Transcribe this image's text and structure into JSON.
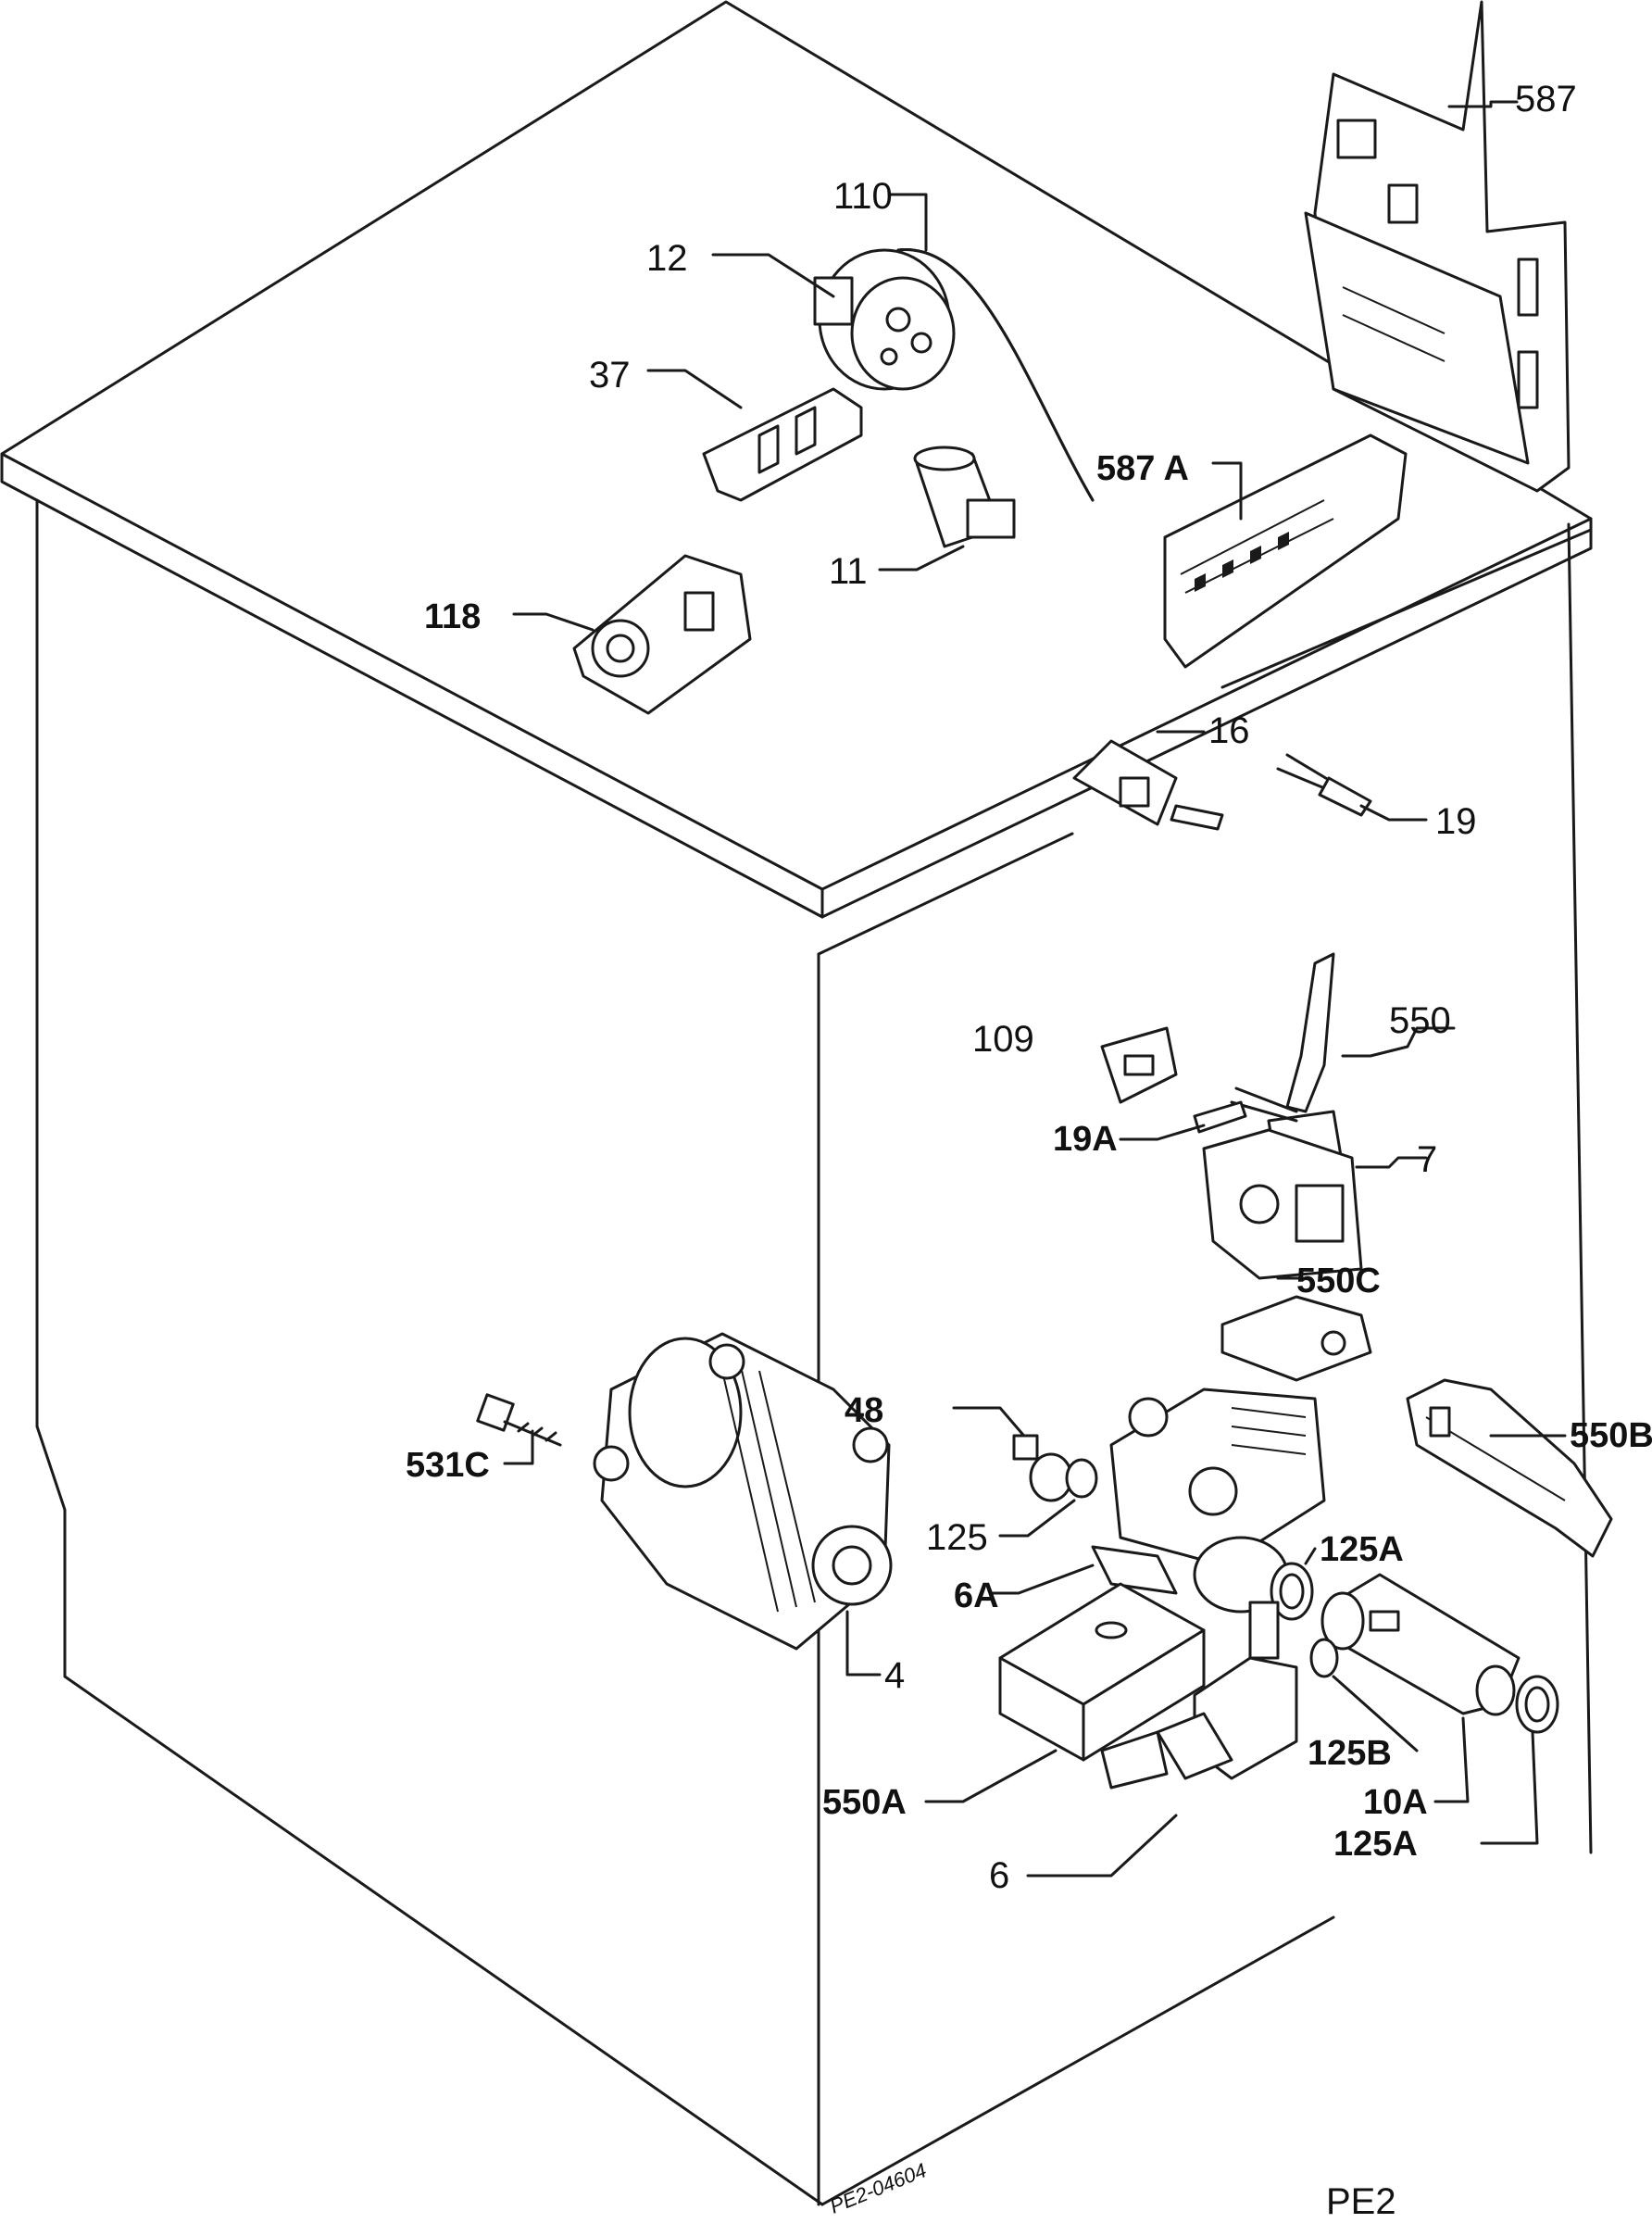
{
  "drawing": {
    "code": "PE2-04604",
    "sheet": "PE2"
  },
  "labels": {
    "l587": "587",
    "l110": "110",
    "l12": "12",
    "l37": "37",
    "l587a": "587 A",
    "l11": "11",
    "l118": "118",
    "l16": "16",
    "l19": "19",
    "l109": "109",
    "l550": "550",
    "l19a": "19A",
    "l7": "7",
    "l550c": "550C",
    "l48": "48",
    "l531c": "531C",
    "l550b": "550B",
    "l125": "125",
    "l125a_top": "125A",
    "l6a": "6A",
    "l4": "4",
    "l125b": "125B",
    "l550a": "550A",
    "l10a": "10A",
    "l125a_bot": "125A",
    "l6": "6"
  }
}
